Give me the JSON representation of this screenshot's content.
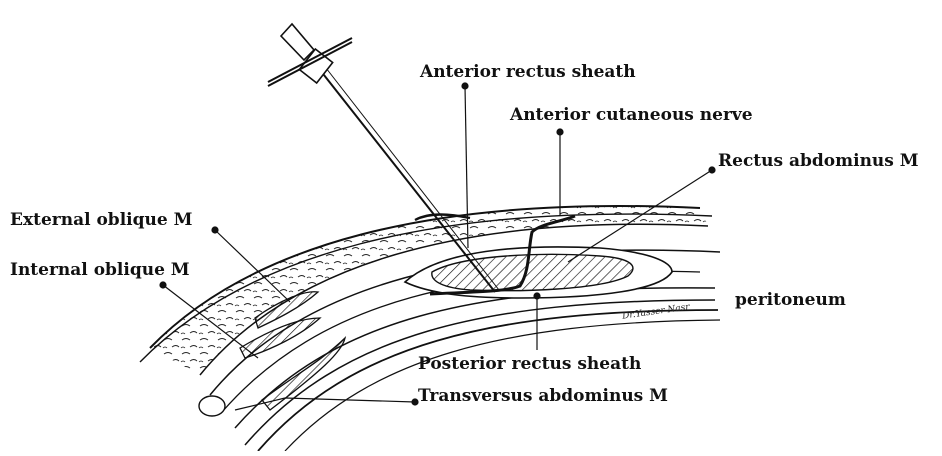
{
  "labels": {
    "anterior_rectus_sheath": "Anterior rectus sheath",
    "anterior_cutaneous_nerve": "Anterior cutaneous nerve",
    "rectus_abdominus": "Rectus abdominus M",
    "external_oblique": "External oblique M",
    "internal_oblique": "Internal oblique M",
    "peritoneum": "peritoneum",
    "posterior_rectus_sheath": "Posterior rectus sheath",
    "transversus_abdominus": "Transversus abdominus M"
  },
  "signature": "Dr.Yasser Nasr",
  "colors": {
    "ink": "#111111",
    "background": "#ffffff"
  }
}
